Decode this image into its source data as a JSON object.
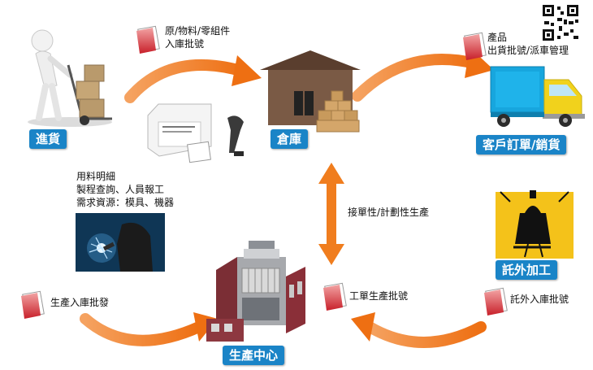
{
  "nodes": {
    "inbound": "進貨",
    "warehouse": "倉庫",
    "customer_order": "客戶訂單/銷貨",
    "outsourcing": "託外加工",
    "production_center": "生產中心"
  },
  "notes": {
    "inbound_batch": [
      "原/物料/零組件",
      "入庫批號"
    ],
    "product_shipping": [
      "產品",
      "出貨批號/派車管理"
    ],
    "material_detail": [
      "用料明細",
      "製程查詢、人員報工",
      "需求資源：模具、機器"
    ],
    "order_based_production": "接單性/計劃性生產",
    "production_issue": "生產入庫批發",
    "work_order_batch": "工單生產批號",
    "outsource_batch": "託外入庫批號"
  },
  "colors": {
    "arrow": "#f07d1e",
    "badge": "#1a84c7",
    "warehouse": "#7a5a45",
    "truck": "#17a6de"
  }
}
